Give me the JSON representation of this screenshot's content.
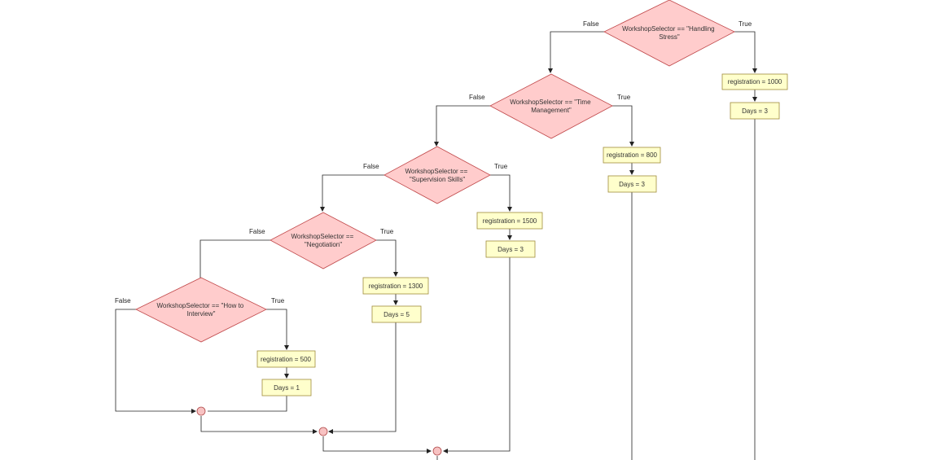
{
  "labels": {
    "true": "True",
    "false": "False"
  },
  "decisions": [
    {
      "line1": "WorkshopSelector == \"Handling",
      "line2": "Stress\""
    },
    {
      "line1": "WorkshopSelector == \"Time",
      "line2": "Management\""
    },
    {
      "line1": "WorkshopSelector ==",
      "line2": "\"Supervision Skills\""
    },
    {
      "line1": "WorkshopSelector ==",
      "line2": "\"Negotiation\""
    },
    {
      "line1": "WorkshopSelector == \"How to",
      "line2": "Interview\""
    }
  ],
  "actions": [
    {
      "registration": "registration = 1000",
      "days": "Days = 3"
    },
    {
      "registration": "registration = 800",
      "days": "Days = 3"
    },
    {
      "registration": "registration = 1500",
      "days": "Days = 3"
    },
    {
      "registration": "registration = 1300",
      "days": "Days = 5"
    },
    {
      "registration": "registration = 500",
      "days": "Days = 1"
    }
  ]
}
